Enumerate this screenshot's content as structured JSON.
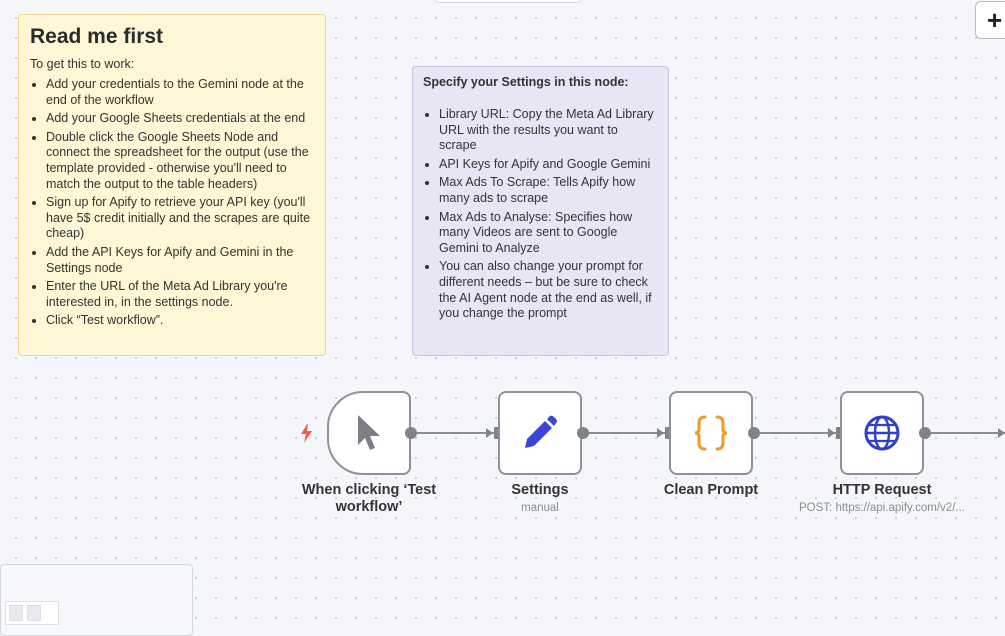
{
  "canvas": {
    "add_button_label": "+"
  },
  "notes": {
    "read_me": {
      "title": "Read me first",
      "intro": "To get this to work:",
      "items": [
        "Add your credentials to the Gemini node at the end of the workflow",
        "Add your Google Sheets credentials at the end",
        "Double click the Google Sheets Node and connect the spreadsheet for the output (use the template provided - otherwise you'll need to match the output to the table headers)",
        "Sign up for Apify to retrieve your API key (you'll have 5$ credit initially and the scrapes are quite cheap)",
        "Add the API Keys for Apify and Gemini in the Settings node",
        "Enter the URL of the Meta Ad Library you're interested in, in the settings node.",
        "Click “Test workflow”."
      ]
    },
    "settings_note": {
      "heading": "Specify your Settings in this node:",
      "items": [
        "Library URL: Copy the Meta Ad Library URL with the results you want to scrape",
        "API Keys for Apify and Google Gemini",
        "Max Ads To Scrape: Tells Apify how many ads to scrape",
        "Max Ads to Analyse: Specifies how many Videos are sent to Google Gemini to Analyze",
        "You can also change your prompt for different needs – but be sure to check the AI Agent node at the end as well, if you change the prompt"
      ]
    }
  },
  "nodes": {
    "trigger": {
      "label": "When clicking ‘Test workflow’",
      "icon": "cursor-icon",
      "color": "#7d7f87"
    },
    "settings": {
      "label": "Settings",
      "subtitle": "manual",
      "icon": "pencil-icon",
      "color": "#3b46d8"
    },
    "clean_prompt": {
      "label": "Clean Prompt",
      "icon": "braces-icon",
      "color": "#ef9a2b"
    },
    "http_request": {
      "label": "HTTP Request",
      "subtitle": "POST: https://api.apify.com/v2/...",
      "icon": "globe-icon",
      "color": "#3040c8"
    }
  },
  "colors": {
    "trigger_bolt": "#ee5f44",
    "sticky_yellow": "#fff7d6",
    "sticky_purple": "#e9e5f5"
  }
}
